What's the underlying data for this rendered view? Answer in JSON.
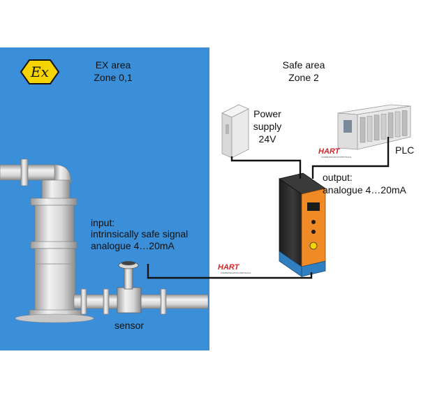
{
  "ex_area": {
    "title": "EX area",
    "zone": "Zone 0,1",
    "background_color": "#3b8fd9",
    "ex_symbol_text": "Ex",
    "ex_symbol_color": "#f5d400"
  },
  "safe_area": {
    "title": "Safe area",
    "zone": "Zone 2"
  },
  "power_supply": {
    "line1": "Power",
    "line2": "supply",
    "line3": "24V"
  },
  "plc": {
    "label": "PLC"
  },
  "output": {
    "line1": "output:",
    "line2": "analogue 4…20mA"
  },
  "input": {
    "line1": "input:",
    "line2": "intrinsically safe signal",
    "line3": "analogue 4…20mA"
  },
  "sensor": {
    "label": "sensor"
  },
  "hart_logo": {
    "text": "HART",
    "subtext": "COMMUNICATION PROTOCOL",
    "color": "#d8232a"
  },
  "device": {
    "body_color": "#2b2b2b",
    "accent_color": "#f08a24",
    "base_color": "#2f7fc1"
  }
}
